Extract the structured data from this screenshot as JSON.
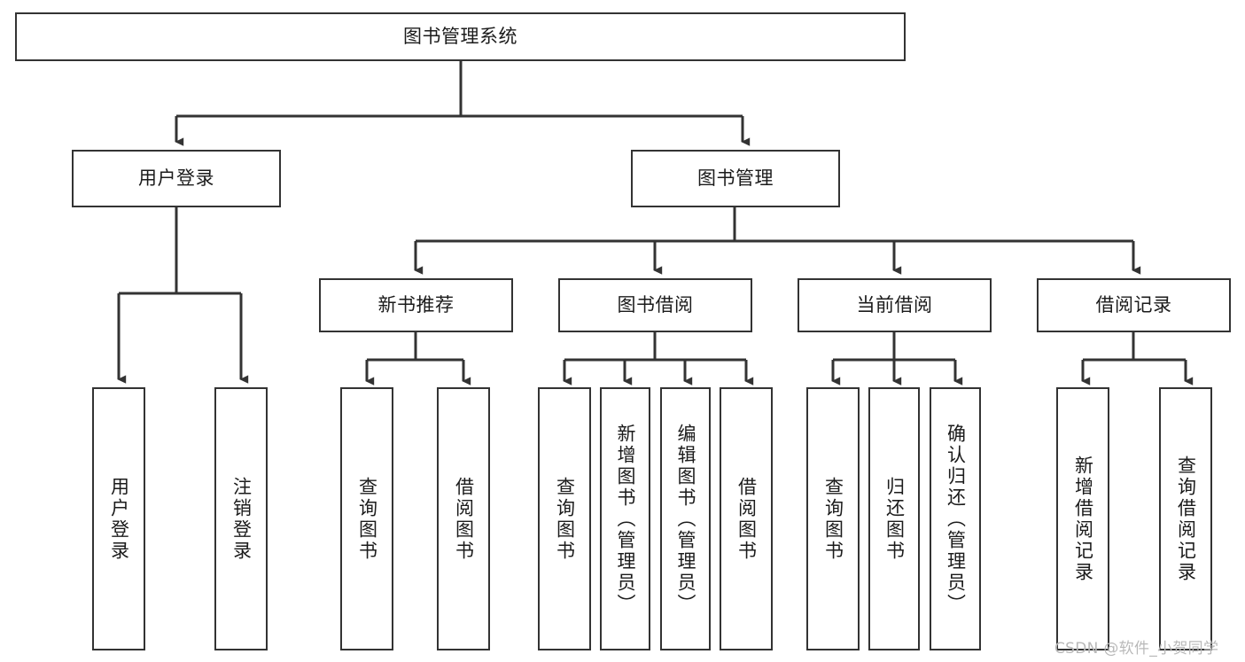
{
  "diagram": {
    "title": "图书管理系统",
    "type": "tree-hierarchy",
    "root": {
      "label": "图书管理系统"
    },
    "level2": [
      {
        "label": "用户登录"
      },
      {
        "label": "图书管理"
      }
    ],
    "level3": [
      {
        "label": "新书推荐"
      },
      {
        "label": "图书借阅"
      },
      {
        "label": "当前借阅"
      },
      {
        "label": "借阅记录"
      }
    ],
    "leaves": [
      {
        "label": "用户登录"
      },
      {
        "label": "注销登录"
      },
      {
        "label": "查询图书"
      },
      {
        "label": "借阅图书"
      },
      {
        "label": "查询图书"
      },
      {
        "label": "新增图书（管理员）"
      },
      {
        "label": "编辑图书（管理员）"
      },
      {
        "label": "借阅图书"
      },
      {
        "label": "查询图书"
      },
      {
        "label": "归还图书"
      },
      {
        "label": "确认归还（管理员）"
      },
      {
        "label": "新增借阅记录"
      },
      {
        "label": "查询借阅记录"
      }
    ],
    "colors": {
      "stroke": "#333333",
      "fill": "#ffffff",
      "text": "#1b1b1b",
      "watermark": "#b9b9b9"
    }
  },
  "watermark": {
    "text": "CSDN @软件_小贺同学"
  }
}
